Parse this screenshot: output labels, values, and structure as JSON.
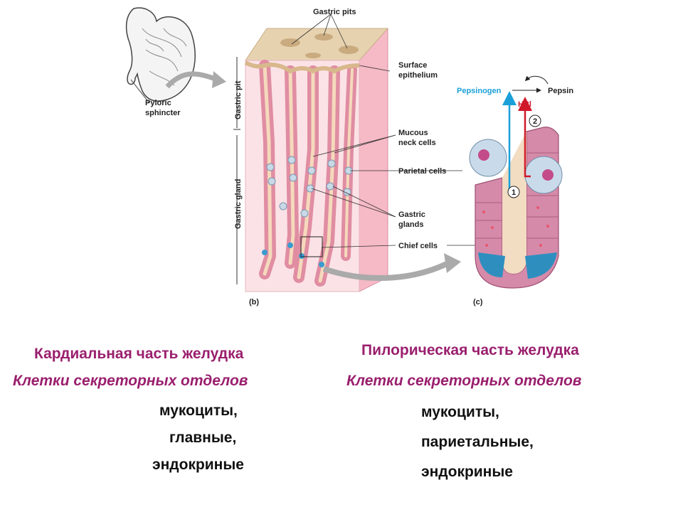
{
  "figure": {
    "labels": {
      "gastric_pits": "Gastric pits",
      "surface_epithelium_1": "Surface",
      "surface_epithelium_2": "epithelium",
      "mucous_neck_1": "Mucous",
      "mucous_neck_2": "neck cells",
      "parietal_cells": "Parietal cells",
      "gastric_glands_1": "Gastric",
      "gastric_glands_2": "glands",
      "chief_cells": "Chief cells",
      "pyloric_1": "Pyloric",
      "pyloric_2": "sphincter",
      "gastric_pit_axis": "Gastric pit",
      "gastric_gland_axis": "Gastric gland",
      "panel_b": "(b)",
      "panel_c": "(c)",
      "pepsinogen": "Pepsinogen",
      "hcl": "HCl",
      "pepsin": "Pepsin",
      "step1": "1",
      "step2": "2"
    },
    "colors": {
      "pepsinogen": "#1aa0d8",
      "hcl": "#d01a2a",
      "tissue_pink": "#f4c2cf",
      "tissue_tan": "#e9d3b4"
    }
  },
  "left": {
    "title": "Кардиальная часть желудка",
    "subtitle": "Клетки секреторных отделов",
    "items": [
      "мукоциты,",
      "главные,",
      "эндокриные"
    ]
  },
  "right": {
    "title": "Пилорическая часть желудка",
    "subtitle": "Клетки секреторных отделов",
    "items": [
      "мукоциты,",
      "париетальные,",
      "эндокриные"
    ]
  },
  "colors": {
    "heading": "#9a1f6e",
    "body_text": "#111111"
  }
}
